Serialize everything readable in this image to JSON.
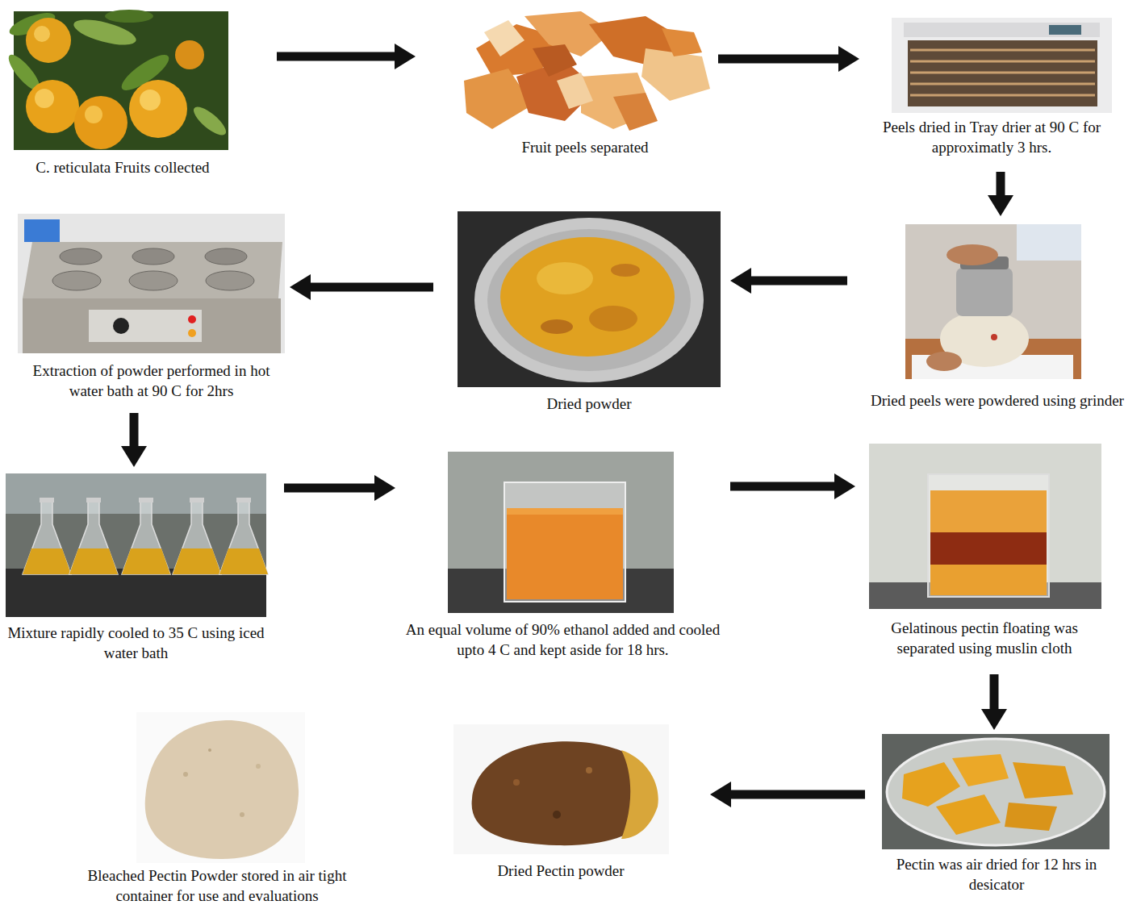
{
  "diagram": {
    "nodes": [
      {
        "text": [
          "C. reticulata Fruits collected"
        ]
      },
      {
        "text": [
          "Fruit peels separated"
        ]
      },
      {
        "text": [
          "Peels dried in Tray drier at 90 C for approximatly 3 hrs."
        ]
      },
      {
        "text": [
          "Dried peels were powdered using grinder"
        ]
      },
      {
        "text": [
          "Dried powder"
        ]
      },
      {
        "text": [
          "Extraction of powder performed in hot water bath at 90 C for 2hrs"
        ]
      },
      {
        "text": [
          "Mixture rapidly cooled to 35 C using iced water bath"
        ]
      },
      {
        "text": [
          "An equal volume of 90% ethanol added and cooled upto 4 C and kept aside for 18 hrs."
        ]
      },
      {
        "text": [
          "Gelatinous pectin floating was separated using muslin cloth"
        ]
      },
      {
        "text": [
          "Pectin was air dried for 12 hrs in desicator"
        ]
      },
      {
        "text": [
          "Dried Pectin powder"
        ]
      },
      {
        "text": [
          "Bleached Pectin Powder stored in air tight container for use and evaluations"
        ]
      }
    ],
    "edges": [
      {
        "from": 0,
        "to": 1,
        "arrow": "to"
      },
      {
        "from": 1,
        "to": 2,
        "arrow": "to"
      },
      {
        "from": 2,
        "to": 3,
        "arrow": "to"
      },
      {
        "from": 3,
        "to": 4,
        "arrow": "to"
      },
      {
        "from": 4,
        "to": 5,
        "arrow": "to"
      },
      {
        "from": 5,
        "to": 6,
        "arrow": "to"
      },
      {
        "from": 6,
        "to": 7,
        "arrow": "to"
      },
      {
        "from": 7,
        "to": 8,
        "arrow": "to"
      },
      {
        "from": 8,
        "to": 9,
        "arrow": "to"
      },
      {
        "from": 9,
        "to": 10,
        "arrow": "to"
      }
    ]
  }
}
